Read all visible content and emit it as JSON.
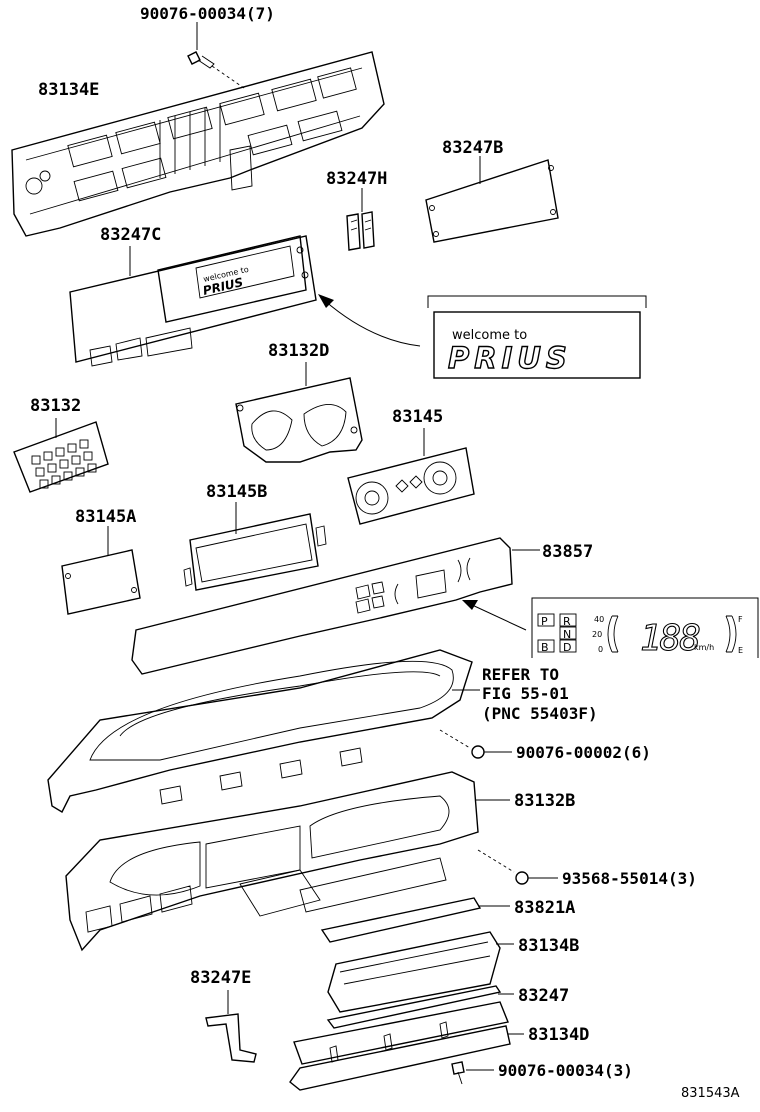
{
  "labels": {
    "bolt_top": "90076-00034(7)",
    "p83134E": "83134E",
    "p83247B": "83247B",
    "p83247H": "83247H",
    "p83247C": "83247C",
    "p83132D": "83132D",
    "p83132": "83132",
    "p83145": "83145",
    "p83145B": "83145B",
    "p83145A": "83145A",
    "p83857": "83857",
    "refer1": "REFER TO",
    "refer2": "FIG 55-01",
    "refer3": "(PNC 55403F)",
    "bolt_mid": "90076-00002(6)",
    "p83132B": "83132B",
    "screw": "93568-55014(3)",
    "p83821A": "83821A",
    "p83134B": "83134B",
    "p83247E": "83247E",
    "p83247": "83247",
    "p83134D": "83134D",
    "bolt_bot": "90076-00034(3)",
    "fig_id": "831543A"
  },
  "welcome_inset": {
    "line1": "welcome to",
    "line2": "PRIUS"
  },
  "display_inset": {
    "gears": [
      "P",
      "R",
      "N",
      "B",
      "D"
    ],
    "scale": [
      "40",
      "20",
      "0"
    ],
    "digits": "188",
    "unit": "km/h",
    "fuel_f": "F",
    "fuel_e": "E"
  }
}
